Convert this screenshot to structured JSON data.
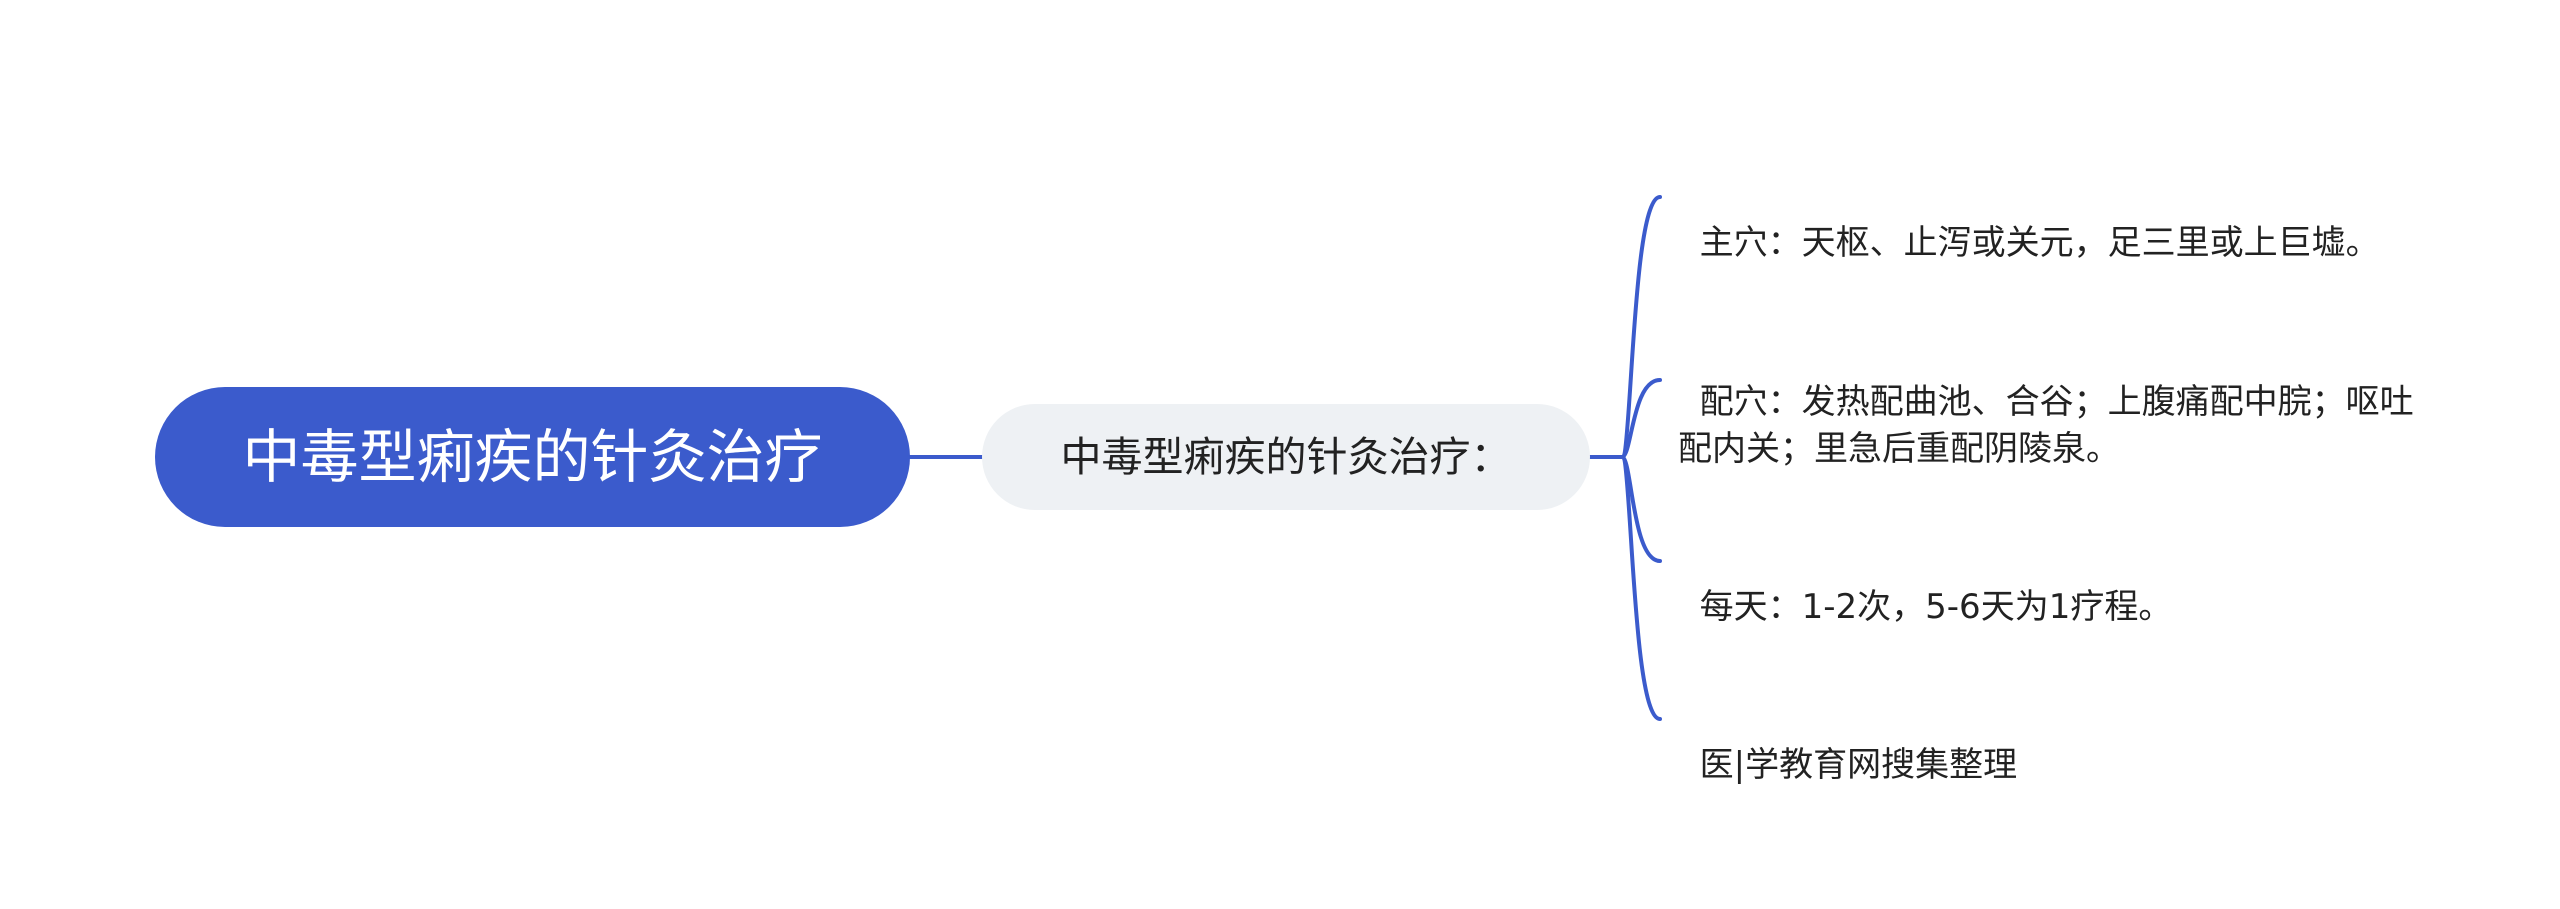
{
  "colors": {
    "accent": "#3b5bcc",
    "root_text": "#ffffff",
    "mid_bg": "#eef1f4",
    "text": "#222222",
    "connector": "#3b5bcc"
  },
  "mindmap": {
    "root": {
      "label": "中毒型痢疾的针灸治疗"
    },
    "branch": {
      "label": "中毒型痢疾的针灸治疗："
    },
    "leaves": [
      {
        "label": "主穴：天枢、止泻或关元，足三里或上巨墟。"
      },
      {
        "label": "配穴：发热配曲池、合谷；上腹痛配中脘；呕吐配内关；里急后重配阴陵泉。"
      },
      {
        "label": "每天：1-2次，5-6天为1疗程。"
      },
      {
        "label": "医|学教育网搜集整理"
      }
    ]
  }
}
